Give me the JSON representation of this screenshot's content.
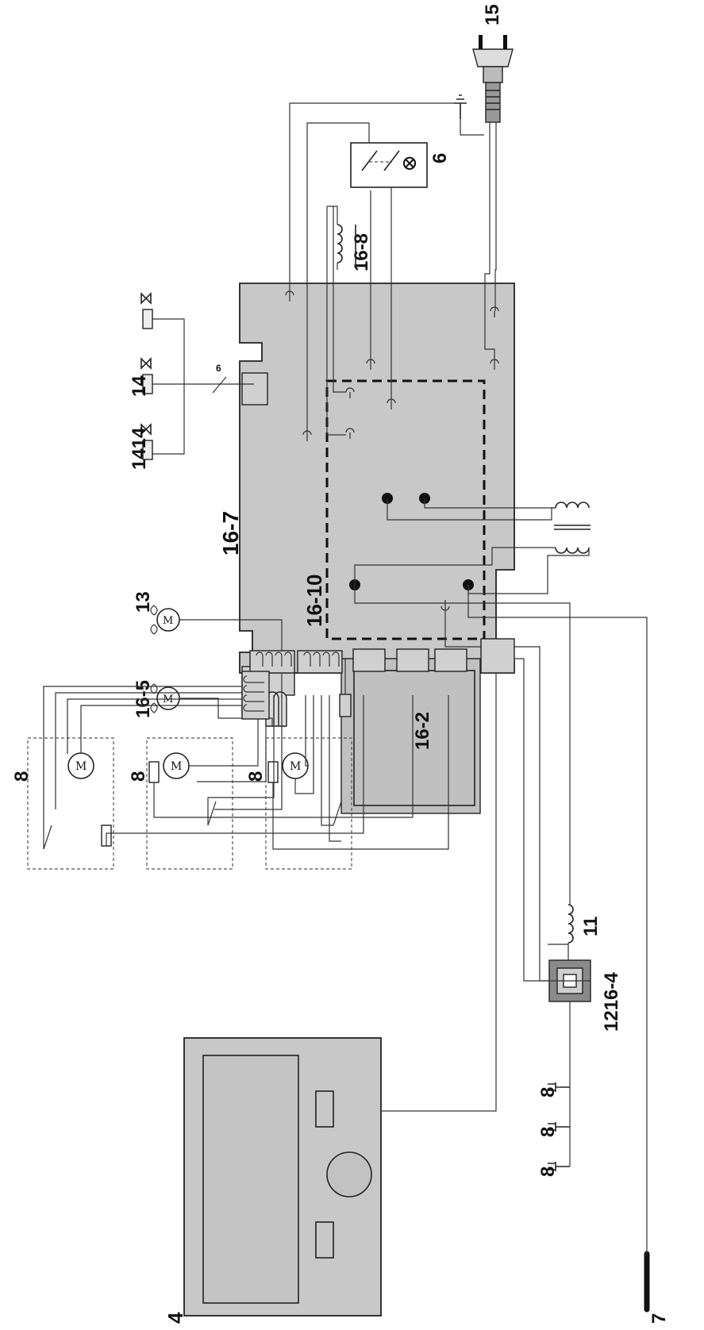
{
  "labels": {
    "plug": "15",
    "lamp_switch": "6",
    "coil_top": "16-8",
    "main_board": "16-7",
    "valve_a": "14",
    "valve_b": "1414",
    "fan_a": "13",
    "fan_b": "16-5",
    "dashed_module": "16-10",
    "sub_board": "16-2",
    "motor_1": "8",
    "motor_2": "8",
    "motor_3": "8",
    "inductor": "11",
    "filter": "1216-4",
    "sensor_1": "8",
    "sensor_2": "8",
    "sensor_3": "8",
    "probe": "7",
    "control_panel": "4",
    "bus_count": "6"
  },
  "symbols": {
    "motor_letter": "M",
    "lamp": "⊗"
  }
}
